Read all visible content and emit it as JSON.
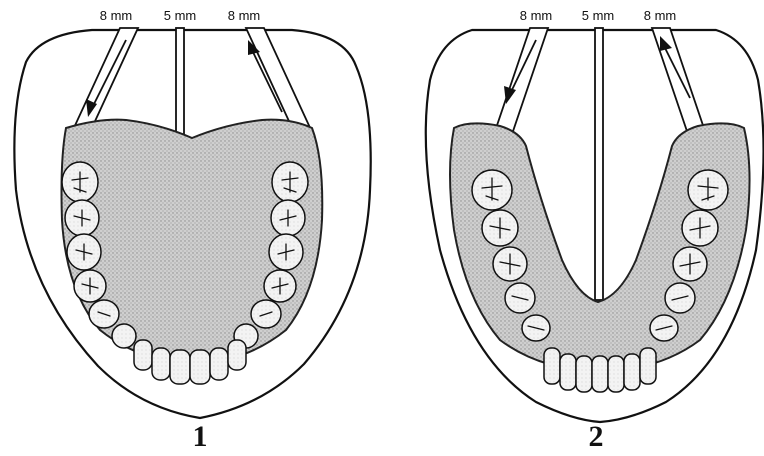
{
  "figures": [
    {
      "id": "1",
      "label": "1",
      "measurements": {
        "left": "8 mm",
        "center": "5 mm",
        "right": "8 mm"
      }
    },
    {
      "id": "2",
      "label": "2",
      "measurements": {
        "left": "8 mm",
        "center": "5 mm",
        "right": "8 mm"
      }
    }
  ],
  "colors": {
    "stroke": "#111111",
    "plate_fill": "#c9c9c9",
    "tooth_fill": "#f2f2f2",
    "background": "#ffffff"
  }
}
